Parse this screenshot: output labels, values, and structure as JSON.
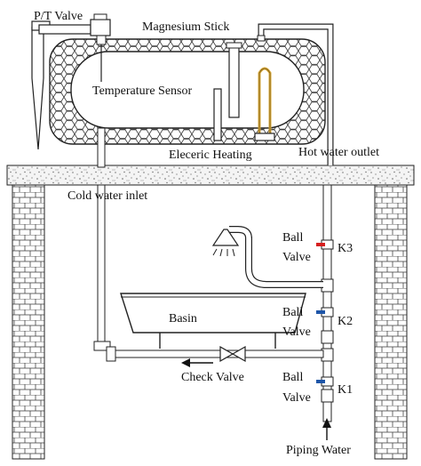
{
  "labels": {
    "pt_valve": "P/T Valve",
    "magnesium_stick": "Magnesium Stick",
    "temperature_sensor": "Temperature Sensor",
    "electric_heating": "Eleceric Heating",
    "hot_water_outlet": "Hot  water outlet",
    "cold_water_inlet": "Cold  water inlet",
    "basin": "Basin",
    "check_valve": "Check Valve",
    "piping_water": "Piping  Water",
    "ball": "Ball",
    "valve": "Valve",
    "k1": "K1",
    "k2": "K2",
    "k3": "K3"
  },
  "colors": {
    "line": "#222222",
    "heating_element": "#d9a93a",
    "k3_marker": "#d62020",
    "k2_marker": "#1f56a8",
    "k1_marker": "#1f56a8"
  },
  "icons": {
    "showerhead": "showerhead-icon",
    "flow_arrow": "arrow-icon"
  }
}
